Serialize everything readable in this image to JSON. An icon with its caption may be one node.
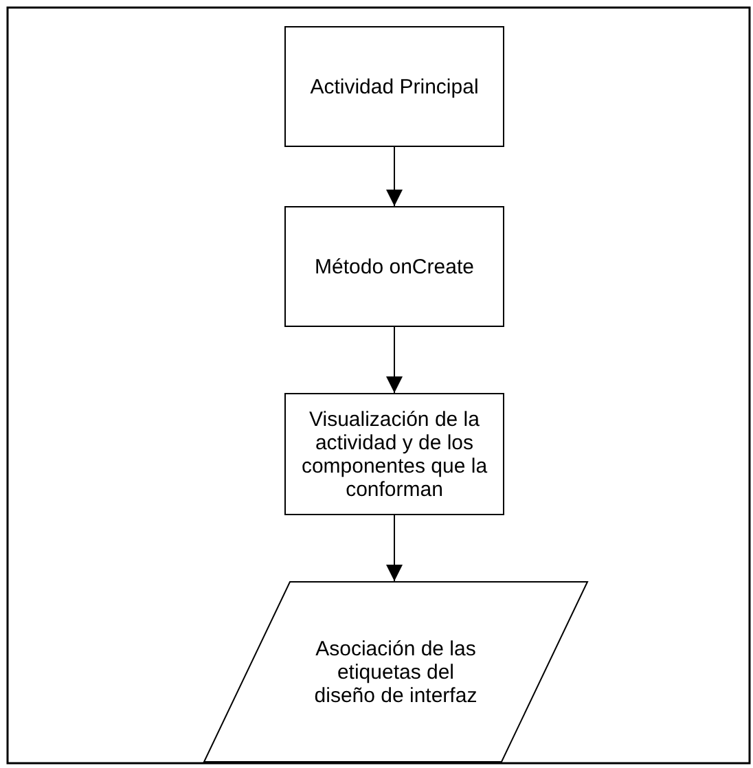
{
  "diagram": {
    "nodes": [
      {
        "text": [
          "Actividad Principal"
        ]
      },
      {
        "text": [
          "Método onCreate"
        ]
      },
      {
        "text": [
          "Visualización de la actividad y de los componentes que la conforman"
        ]
      },
      {
        "text": [
          "Asociación de las etiquetas del diseño de interfaz"
        ]
      }
    ],
    "edges": [
      {
        "from": 0,
        "to": 1,
        "arrow": "to"
      },
      {
        "from": 1,
        "to": 2,
        "arrow": "to"
      },
      {
        "from": 2,
        "to": 3,
        "arrow": "to"
      }
    ]
  }
}
